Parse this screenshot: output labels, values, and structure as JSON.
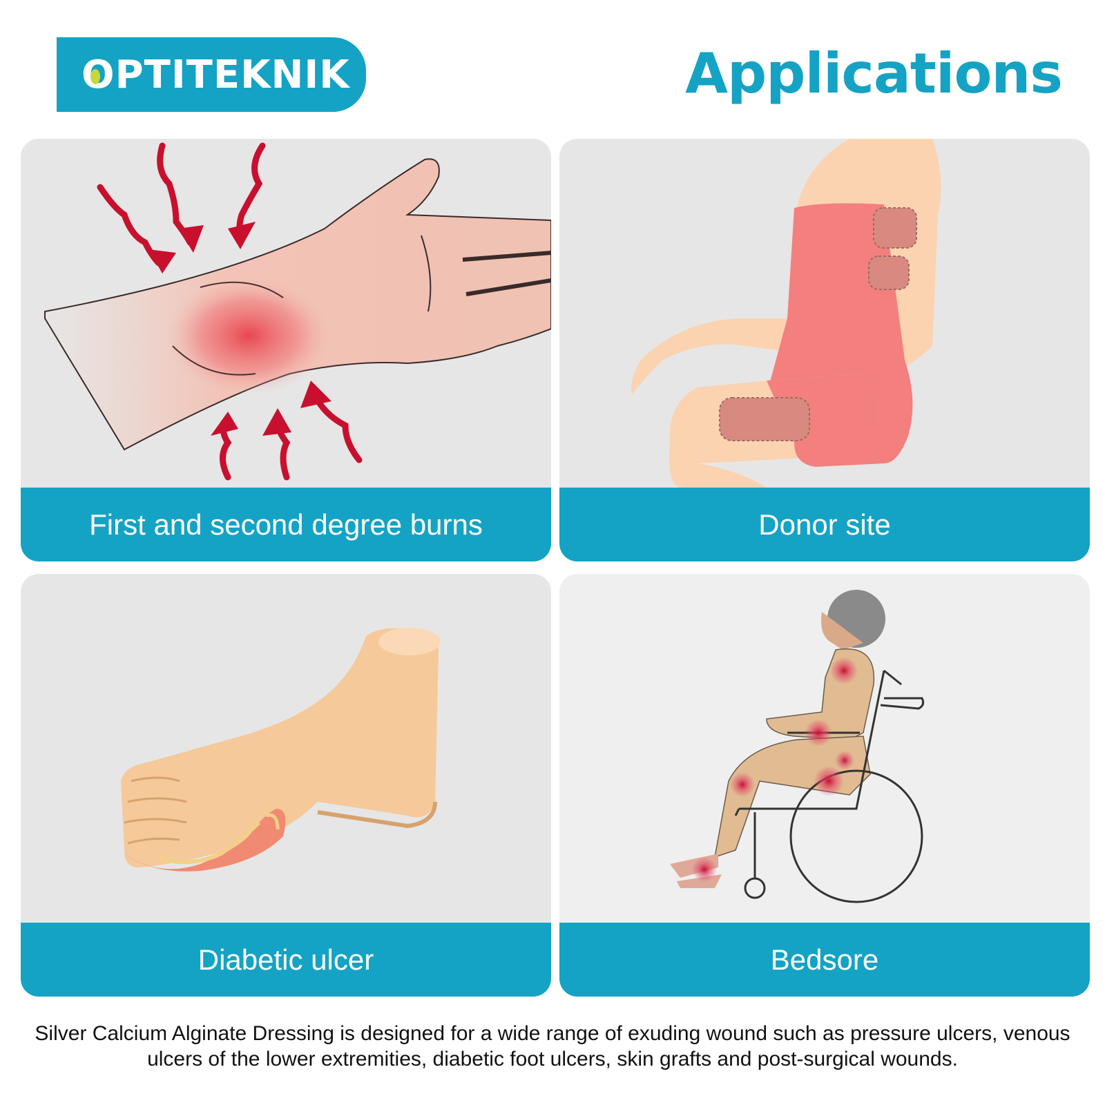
{
  "brand": {
    "name": "OPTITEKNIK"
  },
  "heading": "Applications",
  "cards": [
    {
      "label": "First and second degree burns",
      "icon": "burned-wrist-illustration"
    },
    {
      "label": "Donor site",
      "icon": "donor-site-body-illustration"
    },
    {
      "label": "Diabetic ulcer",
      "icon": "diabetic-foot-illustration"
    },
    {
      "label": "Bedsore",
      "icon": "wheelchair-patient-illustration"
    }
  ],
  "description": "Silver Calcium Alginate Dressing is designed for a wide range of exuding wound such as pressure ulcers, venous ulcers of the lower extremities, diabetic foot ulcers, skin grafts and post-surgical wounds.",
  "colors": {
    "accent": "#14a3c4",
    "card_bg": "#e6e6e6",
    "caption_text": "#ffffff",
    "burn_red": "#c8102e",
    "skin": "#f5c99a",
    "garment": "#f47f7f"
  }
}
